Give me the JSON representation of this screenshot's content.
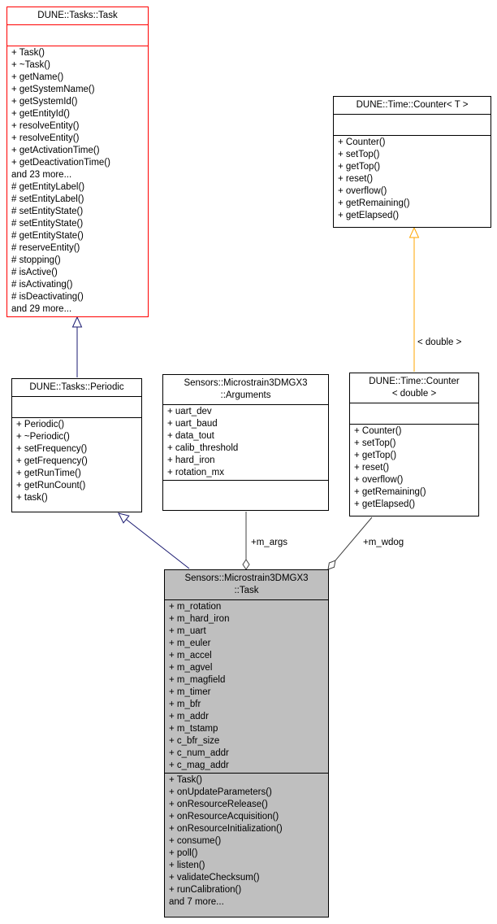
{
  "colors": {
    "inheritance": "#191970",
    "template_instance": "#ffa500",
    "aggregation": "#404040",
    "truncated_border": "#ff0000",
    "current_class_fill": "#bfbfbf"
  },
  "boxes": {
    "dune_tasks_task": {
      "title": "DUNE::Tasks::Task",
      "methods": [
        "+ Task()",
        "+ ~Task()",
        "+ getName()",
        "+ getSystemName()",
        "+ getSystemId()",
        "+ getEntityId()",
        "+ resolveEntity()",
        "+ resolveEntity()",
        "+ getActivationTime()",
        "+ getDeactivationTime()",
        "and 23 more...",
        "# getEntityLabel()",
        "# setEntityLabel()",
        "# setEntityState()",
        "# setEntityState()",
        "# getEntityState()",
        "# reserveEntity()",
        "# stopping()",
        "# isActive()",
        "# isActivating()",
        "# isDeactivating()",
        "and 29 more..."
      ]
    },
    "dune_time_counter_t": {
      "title": "DUNE::Time::Counter< T >",
      "methods": [
        "+ Counter()",
        "+ setTop()",
        "+ getTop()",
        "+ reset()",
        "+ overflow()",
        "+ getRemaining()",
        "+ getElapsed()"
      ]
    },
    "dune_tasks_periodic": {
      "title": "DUNE::Tasks::Periodic",
      "methods": [
        "+ Periodic()",
        "+ ~Periodic()",
        "+ setFrequency()",
        "+ getFrequency()",
        "+ getRunTime()",
        "+ getRunCount()",
        "+ task()"
      ]
    },
    "arguments": {
      "title_line1": "Sensors::Microstrain3DMGX3",
      "title_line2": "::Arguments",
      "attributes": [
        "+ uart_dev",
        "+ uart_baud",
        "+ data_tout",
        "+ calib_threshold",
        "+ hard_iron",
        "+ rotation_mx"
      ]
    },
    "dune_time_counter_double": {
      "title_line1": "DUNE::Time::Counter",
      "title_line2": "< double >",
      "methods": [
        "+ Counter()",
        "+ setTop()",
        "+ getTop()",
        "+ reset()",
        "+ overflow()",
        "+ getRemaining()",
        "+ getElapsed()"
      ]
    },
    "sensors_task": {
      "title_line1": "Sensors::Microstrain3DMGX3",
      "title_line2": "::Task",
      "attributes": [
        "+ m_rotation",
        "+ m_hard_iron",
        "+ m_uart",
        "+ m_euler",
        "+ m_accel",
        "+ m_agvel",
        "+ m_magfield",
        "+ m_timer",
        "+ m_bfr",
        "+ m_addr",
        "+ m_tstamp",
        "+ c_bfr_size",
        "+ c_num_addr",
        "+ c_mag_addr"
      ],
      "methods": [
        "+ Task()",
        "+ onUpdateParameters()",
        "+ onResourceRelease()",
        "+ onResourceAcquisition()",
        "+ onResourceInitialization()",
        "+ consume()",
        "+ poll()",
        "+ listen()",
        "+ validateChecksum()",
        "+ runCalibration()",
        "and 7 more..."
      ]
    }
  },
  "edge_labels": {
    "m_args": "+m_args",
    "m_wdog": "+m_wdog",
    "template_args": "< double >"
  }
}
